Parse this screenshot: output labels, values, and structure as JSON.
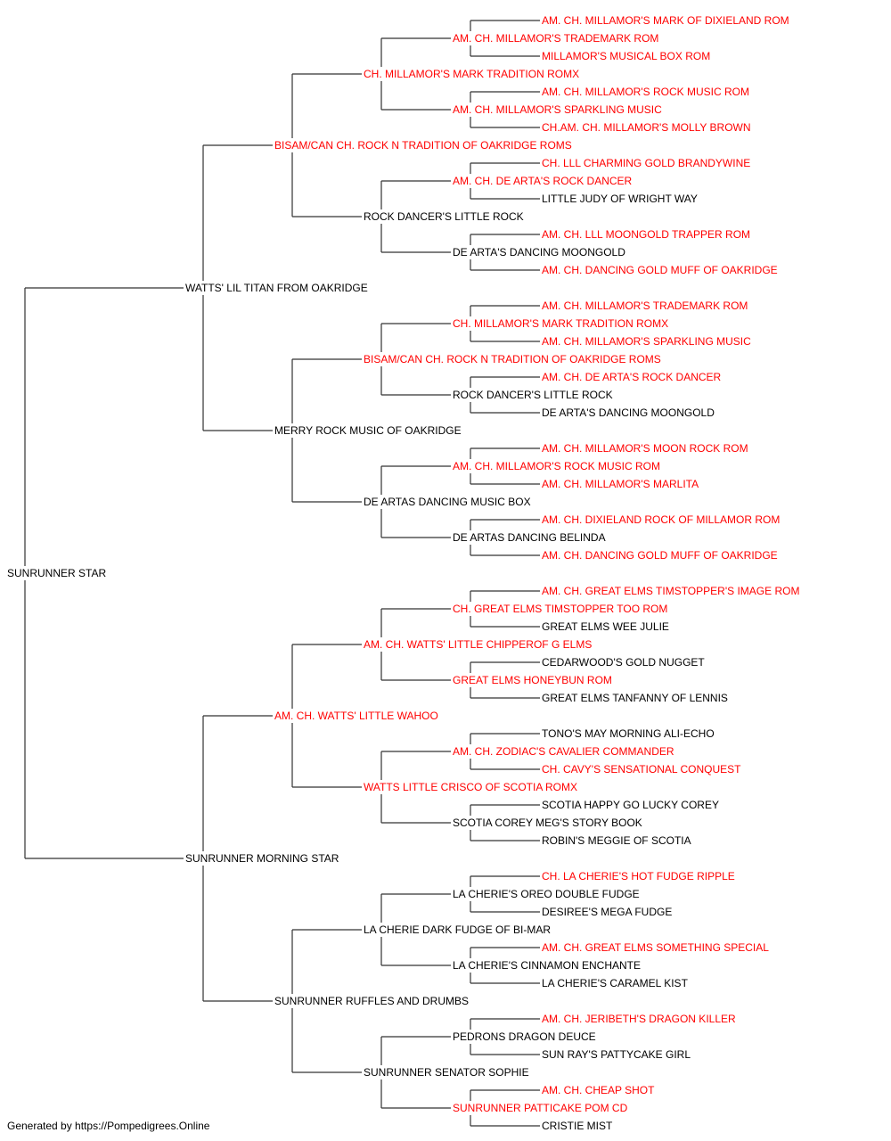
{
  "colors": {
    "champion": "#ff0000",
    "normal": "#000000",
    "line": "#333333"
  },
  "pedigree": {
    "name": "SUNRUNNER STAR",
    "ch": false,
    "sire": {
      "name": "WATTS' LIL TITAN FROM OAKRIDGE",
      "ch": false,
      "sire": {
        "name": "BISAM/CAN CH. ROCK N TRADITION OF OAKRIDGE ROMS",
        "ch": true,
        "sire": {
          "name": "CH. MILLAMOR'S MARK TRADITION ROMX",
          "ch": true,
          "sire": {
            "name": "AM. CH. MILLAMOR'S TRADEMARK ROM",
            "ch": true,
            "sire": {
              "name": "AM. CH. MILLAMOR'S MARK OF DIXIELAND ROM",
              "ch": true
            },
            "dam": {
              "name": "MILLAMOR'S MUSICAL BOX ROM",
              "ch": true
            }
          },
          "dam": {
            "name": "AM. CH. MILLAMOR'S SPARKLING MUSIC",
            "ch": true,
            "sire": {
              "name": "AM. CH. MILLAMOR'S ROCK MUSIC ROM",
              "ch": true
            },
            "dam": {
              "name": "CH.AM. CH. MILLAMOR'S MOLLY BROWN",
              "ch": true
            }
          }
        },
        "dam": {
          "name": "ROCK DANCER'S LITTLE ROCK",
          "ch": false,
          "sire": {
            "name": "AM. CH. DE ARTA'S ROCK DANCER",
            "ch": true,
            "sire": {
              "name": "CH. LLL CHARMING GOLD BRANDYWINE",
              "ch": true
            },
            "dam": {
              "name": "LITTLE JUDY OF WRIGHT WAY",
              "ch": false
            }
          },
          "dam": {
            "name": "DE ARTA'S DANCING MOONGOLD",
            "ch": false,
            "sire": {
              "name": "AM. CH. LLL MOONGOLD TRAPPER ROM",
              "ch": true
            },
            "dam": {
              "name": "AM. CH. DANCING GOLD MUFF OF OAKRIDGE",
              "ch": true
            }
          }
        }
      },
      "dam": {
        "name": "MERRY ROCK MUSIC OF OAKRIDGE",
        "ch": false,
        "sire": {
          "name": "BISAM/CAN CH. ROCK N TRADITION OF OAKRIDGE ROMS",
          "ch": true,
          "sire": {
            "name": "CH. MILLAMOR'S MARK TRADITION ROMX",
            "ch": true,
            "sire": {
              "name": "AM. CH. MILLAMOR'S TRADEMARK ROM",
              "ch": true
            },
            "dam": {
              "name": "AM. CH. MILLAMOR'S SPARKLING MUSIC",
              "ch": true
            }
          },
          "dam": {
            "name": "ROCK DANCER'S LITTLE ROCK",
            "ch": false,
            "sire": {
              "name": "AM. CH. DE ARTA'S ROCK DANCER",
              "ch": true
            },
            "dam": {
              "name": "DE ARTA'S DANCING MOONGOLD",
              "ch": false
            }
          }
        },
        "dam": {
          "name": "DE ARTAS DANCING MUSIC BOX",
          "ch": false,
          "sire": {
            "name": "AM. CH. MILLAMOR'S ROCK MUSIC ROM",
            "ch": true,
            "sire": {
              "name": "AM. CH. MILLAMOR'S MOON ROCK ROM",
              "ch": true
            },
            "dam": {
              "name": "AM. CH. MILLAMOR'S MARLITA",
              "ch": true
            }
          },
          "dam": {
            "name": "DE ARTAS DANCING BELINDA",
            "ch": false,
            "sire": {
              "name": "AM. CH. DIXIELAND ROCK OF MILLAMOR ROM",
              "ch": true
            },
            "dam": {
              "name": "AM. CH. DANCING GOLD MUFF OF OAKRIDGE",
              "ch": true
            }
          }
        }
      }
    },
    "dam": {
      "name": "SUNRUNNER MORNING STAR",
      "ch": false,
      "sire": {
        "name": "AM. CH. WATTS' LITTLE WAHOO",
        "ch": true,
        "sire": {
          "name": "AM. CH. WATTS' LITTLE CHIPPEROF G ELMS",
          "ch": true,
          "sire": {
            "name": "CH. GREAT ELMS TIMSTOPPER TOO ROM",
            "ch": true,
            "sire": {
              "name": "AM. CH. GREAT ELMS TIMSTOPPER'S IMAGE ROM",
              "ch": true
            },
            "dam": {
              "name": "GREAT ELMS WEE JULIE",
              "ch": false
            }
          },
          "dam": {
            "name": "GREAT ELMS HONEYBUN ROM",
            "ch": true,
            "sire": {
              "name": "CEDARWOOD'S GOLD NUGGET",
              "ch": false
            },
            "dam": {
              "name": "GREAT ELMS TANFANNY OF LENNIS",
              "ch": false
            }
          }
        },
        "dam": {
          "name": "WATTS LITTLE CRISCO OF SCOTIA ROMX",
          "ch": true,
          "sire": {
            "name": "AM. CH. ZODIAC'S CAVALIER COMMANDER",
            "ch": true,
            "sire": {
              "name": "TONO'S MAY MORNING ALI-ECHO",
              "ch": false
            },
            "dam": {
              "name": "CH. CAVY'S SENSATIONAL CONQUEST",
              "ch": true
            }
          },
          "dam": {
            "name": "SCOTIA COREY MEG'S STORY BOOK",
            "ch": false,
            "sire": {
              "name": "SCOTIA HAPPY GO LUCKY COREY",
              "ch": false
            },
            "dam": {
              "name": "ROBIN'S MEGGIE OF SCOTIA",
              "ch": false
            }
          }
        }
      },
      "dam": {
        "name": "SUNRUNNER RUFFLES AND DRUMBS",
        "ch": false,
        "sire": {
          "name": "LA CHERIE DARK FUDGE OF BI-MAR",
          "ch": false,
          "sire": {
            "name": "LA CHERIE'S OREO DOUBLE FUDGE",
            "ch": false,
            "sire": {
              "name": "CH. LA CHERIE'S HOT FUDGE RIPPLE",
              "ch": true
            },
            "dam": {
              "name": "DESIREE'S MEGA FUDGE",
              "ch": false
            }
          },
          "dam": {
            "name": "LA CHERIE'S CINNAMON ENCHANTE",
            "ch": false,
            "sire": {
              "name": "AM. CH. GREAT ELMS SOMETHING SPECIAL",
              "ch": true
            },
            "dam": {
              "name": "LA CHERIE'S CARAMEL KIST",
              "ch": false
            }
          }
        },
        "dam": {
          "name": "SUNRUNNER SENATOR SOPHIE",
          "ch": false,
          "sire": {
            "name": "PEDRONS DRAGON DEUCE",
            "ch": false,
            "sire": {
              "name": "AM. CH. JERIBETH'S DRAGON KILLER",
              "ch": true
            },
            "dam": {
              "name": "SUN RAY'S PATTYCAKE GIRL",
              "ch": false
            }
          },
          "dam": {
            "name": "SUNRUNNER PATTICAKE POM CD",
            "ch": true,
            "sire": {
              "name": "AM. CH. CHEAP SHOT",
              "ch": true
            },
            "dam": {
              "name": "CRISTIE MIST",
              "ch": false
            }
          }
        }
      }
    }
  },
  "footer": {
    "text": "Generated by https://Pompedigrees.Online"
  }
}
